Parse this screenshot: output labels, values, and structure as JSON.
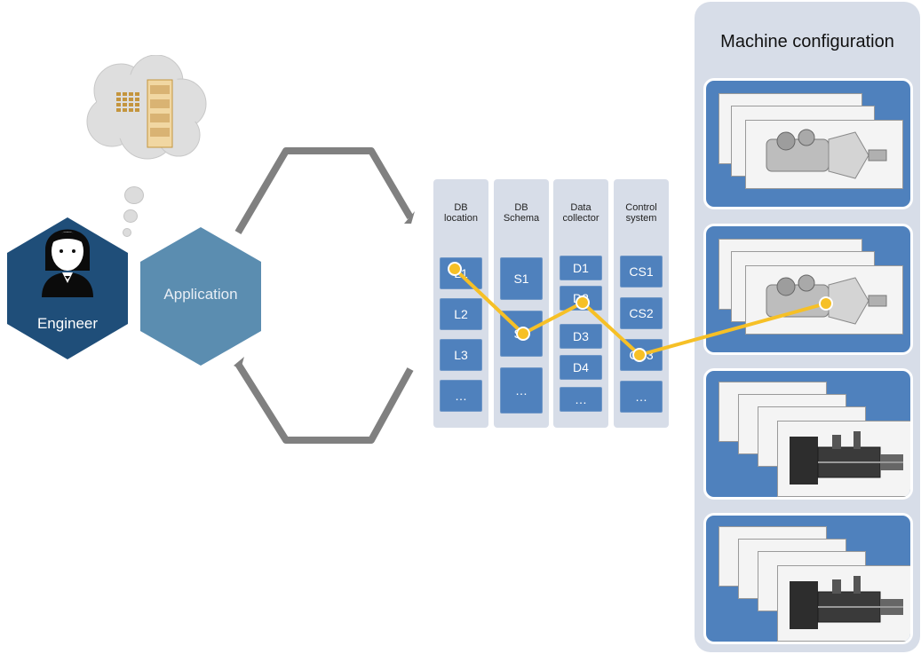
{
  "actors": {
    "engineer_label": "Engineer",
    "application_label": "Application"
  },
  "colors": {
    "engineer_hex": "#1f4e79",
    "application_hex": "#5b8db0",
    "column_bg": "#d7dde8",
    "cell": "#4f81bd",
    "path": "#f6c026",
    "arrow": "#808080"
  },
  "columns": [
    {
      "header": "DB\nlocation",
      "cells": [
        "L1",
        "L2",
        "L3",
        "…"
      ]
    },
    {
      "header": "DB\nSchema",
      "cells": [
        "S1",
        "S2",
        "…"
      ]
    },
    {
      "header": "Data\ncollector",
      "cells": [
        "D1",
        "D2",
        "D3",
        "D4",
        "…"
      ]
    },
    {
      "header": "Control\nsystem",
      "cells": [
        "CS1",
        "CS2",
        "CS3",
        "…"
      ]
    }
  ],
  "selected_path": [
    "L1",
    "S2",
    "D2",
    "CS3",
    "Machine configuration 2"
  ],
  "machine_panel": {
    "title": "Machine configuration",
    "machines": [
      {
        "kind": "gas-turbine"
      },
      {
        "kind": "gas-turbine"
      },
      {
        "kind": "compressor-train"
      },
      {
        "kind": "compressor-train"
      }
    ]
  }
}
